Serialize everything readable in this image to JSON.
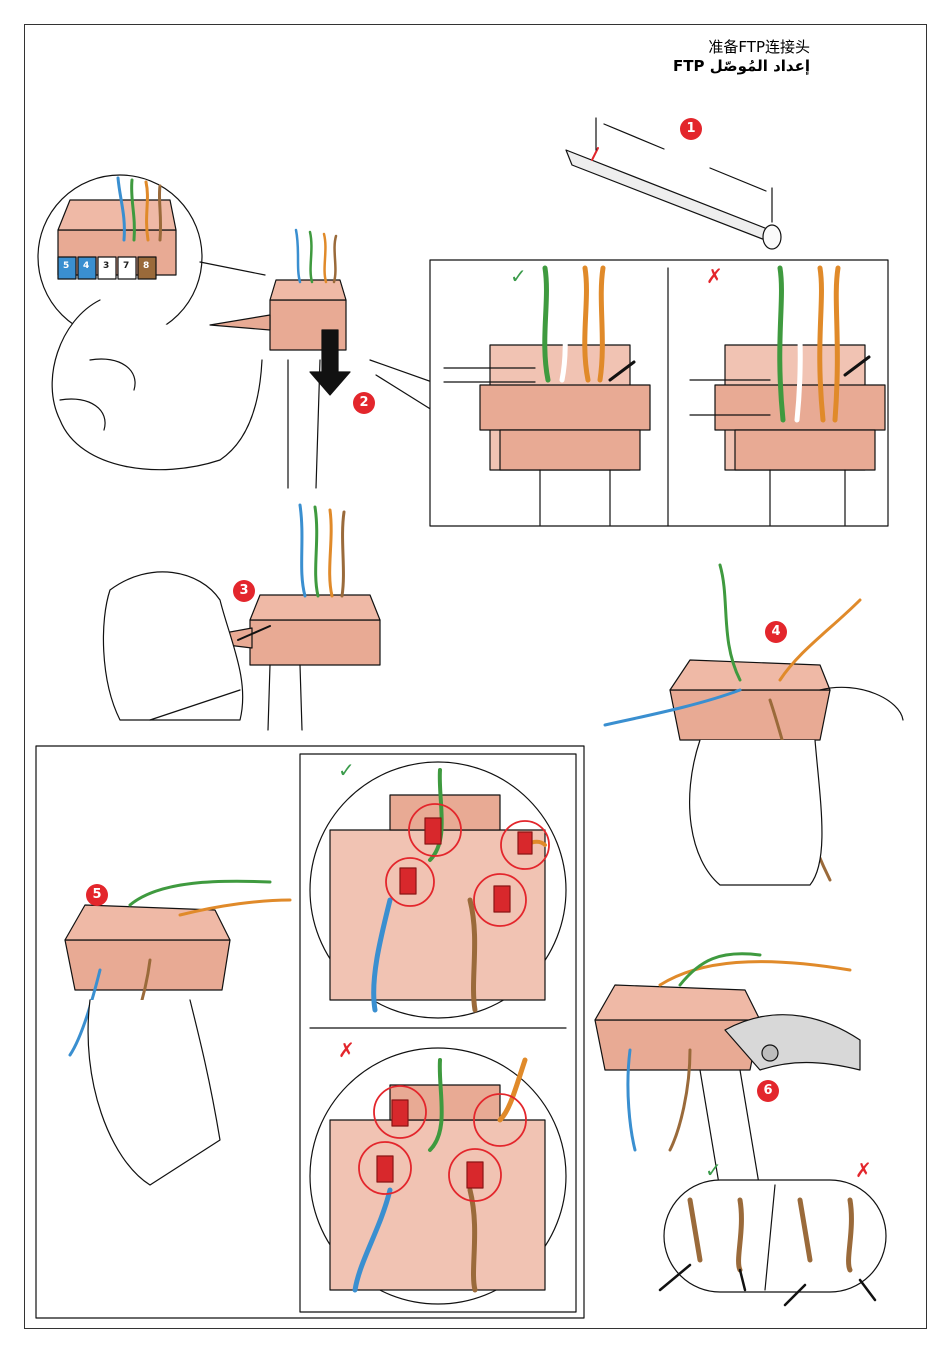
{
  "title": {
    "zh": "准备FTP连接头",
    "ar": "إعداد المُوصّل FTP"
  },
  "steps": [
    "1",
    "2",
    "3",
    "4",
    "5",
    "6"
  ],
  "marks": {
    "correct": "✓",
    "incorrect": "✗"
  },
  "pin_labels": [
    "5",
    "4",
    "3",
    "7",
    "8"
  ],
  "colors": {
    "badge": "#e3262c",
    "correct": "#3a9b4a",
    "incorrect": "#e3262c",
    "connector": "#e8aa94",
    "wire_blue": "#3a8fd0",
    "wire_green": "#3f9a3f",
    "wire_orange": "#e08a2a",
    "wire_brown": "#9a6a3a"
  }
}
